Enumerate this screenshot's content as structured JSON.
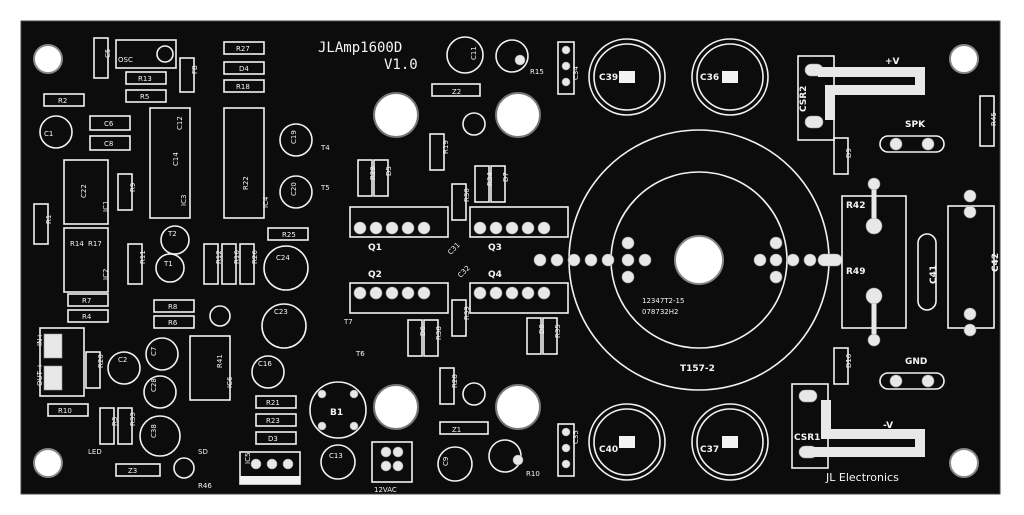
{
  "board": {
    "title": "JLAmp1600D",
    "version": "V1.0",
    "maker": "JL Electronics",
    "transformer_name": "T157-2",
    "transformer_code_top": "12347T2-15",
    "transformer_code_bottom": "078732H2",
    "label_12vac": "12VAC",
    "label_plus_v": "+V",
    "label_minus_v": "-V",
    "label_spk": "SPK",
    "label_gnd": "GND",
    "label_in_plus": "IN+",
    "label_out_plus": "OUT +",
    "label_led": "LED",
    "label_sd": "SD",
    "label_osc": "OSC",
    "label_b1": "B1",
    "colors": {
      "board": "#0c0c0c",
      "silk": "#f2f2f2",
      "pad": "#e8e8e8"
    }
  },
  "components": {
    "C5": "C5",
    "R27": "R27",
    "D4": "D4",
    "FB": "FB",
    "R13": "R13",
    "R5": "R5",
    "R18": "R18",
    "R2": "R2",
    "C6": "C6",
    "C8": "C8",
    "C12": "C12",
    "C1": "C1",
    "IC3": "IC3",
    "C14": "C14",
    "R22": "R22",
    "IC4": "IC4",
    "C19": "C19",
    "C20": "C20",
    "R9": "R9",
    "C22": "C22",
    "R1": "R1",
    "IC1": "IC1",
    "R14": "R14",
    "R17": "R17",
    "IC2": "IC2",
    "T2": "T2",
    "T1": "T1",
    "R11": "R11",
    "R12": "R12",
    "R16": "R16",
    "R26": "R26",
    "R25": "R25",
    "C24": "C24",
    "R7": "R7",
    "R4": "R4",
    "R8": "R8",
    "R6": "R6",
    "C23": "C23",
    "R20": "R20",
    "C2": "C2",
    "C7": "C7",
    "C28": "C28",
    "R41": "R41",
    "IC6": "IC6",
    "C16": "C16",
    "R10": "R10",
    "R3": "R3",
    "R33": "R33",
    "C38": "C38",
    "R21": "R21",
    "R23": "R23",
    "D3": "D3",
    "IC5": "IC5",
    "C13": "C13",
    "Z3": "Z3",
    "R46": "R46",
    "C11": "C11",
    "R15": "R15",
    "C34": "C34",
    "C39": "C39",
    "C36": "C36",
    "CSR2": "CSR2",
    "R45": "R45",
    "Z2": "Z2",
    "T4": "T4",
    "T5": "T5",
    "R19": "R19",
    "R29": "R29",
    "D5": "D5",
    "R30": "R30",
    "R34": "R34",
    "D7": "D7",
    "Q1": "Q1",
    "Q3": "Q3",
    "C31": "C31",
    "C32": "C32",
    "Q2": "Q2",
    "Q4": "Q4",
    "T7": "T7",
    "T6": "T6",
    "D6": "D6",
    "R38": "R38",
    "R39": "R39",
    "D8": "D8",
    "R35": "R35",
    "R28": "R28",
    "Z1": "Z1",
    "C9": "C9",
    "R10b": "R10",
    "C35": "C35",
    "C40": "C40",
    "C37": "C37",
    "CSR1": "CSR1",
    "D9": "D9",
    "R42": "R42",
    "R49": "R49",
    "C41": "C41",
    "C42": "C42",
    "D10": "D10"
  }
}
